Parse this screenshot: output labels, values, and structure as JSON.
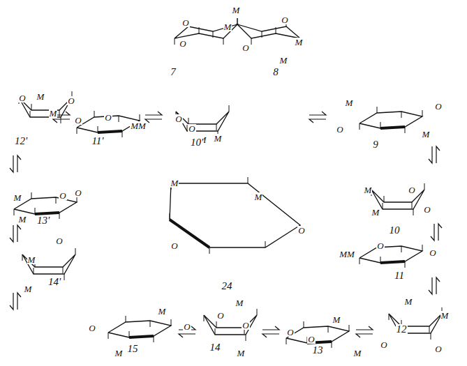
{
  "diagram": {
    "labels": [
      "O",
      "O",
      "M",
      "M",
      "7",
      "O",
      "M",
      "O",
      "M",
      "8",
      "O",
      "M",
      "M",
      "O",
      "12'",
      "O",
      "O",
      "MM",
      "11'",
      "O",
      "O",
      "M",
      "M",
      "10'",
      "M",
      "O",
      "M",
      "O",
      "9",
      "M",
      "M",
      "O",
      "O",
      "10",
      "MM",
      "O",
      "O",
      "11",
      "M",
      "M",
      "O",
      "O",
      "12",
      "O",
      "O",
      "M",
      "M",
      "13",
      "O",
      "O",
      "M",
      "M",
      "14",
      "O",
      "O",
      "M",
      "M",
      "15",
      "M",
      "M",
      "O",
      "O",
      "13'",
      "O",
      "M",
      "M",
      "14'",
      "M",
      "M",
      "O",
      "O",
      "24"
    ]
  }
}
